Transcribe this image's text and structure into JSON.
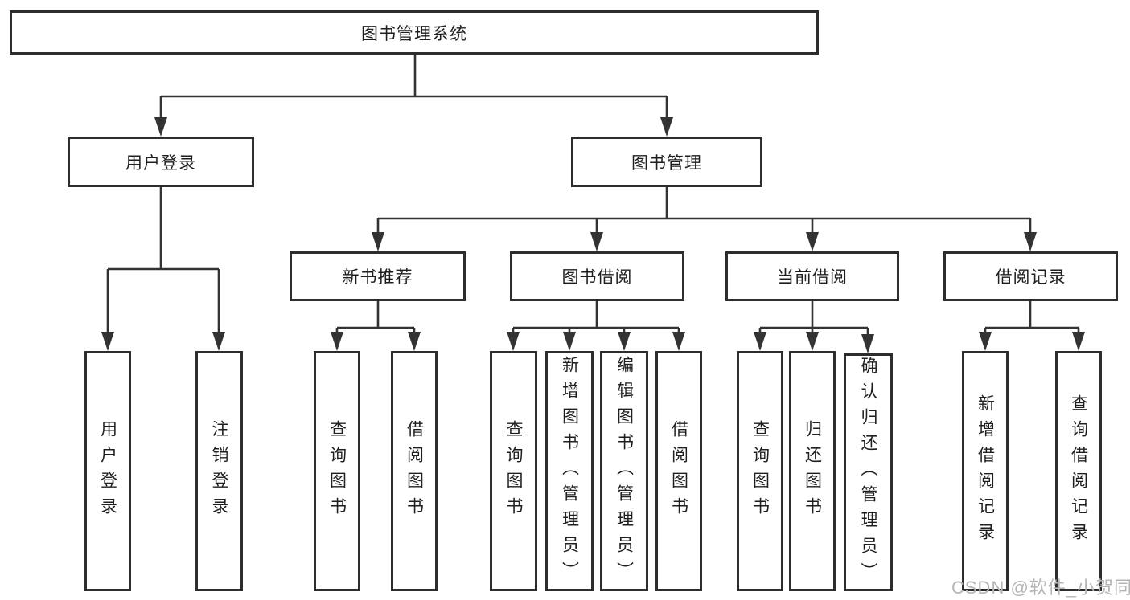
{
  "tree": {
    "root": "图书管理系统",
    "user_login": {
      "label": "用户登录",
      "children": [
        "用户登录",
        "注销登录"
      ]
    },
    "book_management": {
      "label": "图书管理",
      "groups": [
        {
          "label": "新书推荐",
          "children": [
            "查询图书",
            "借阅图书"
          ]
        },
        {
          "label": "图书借阅",
          "children": [
            "查询图书",
            "新增图书（管理员）",
            "编辑图书（管理员）",
            "借阅图书"
          ]
        },
        {
          "label": "当前借阅",
          "children": [
            "查询图书",
            "归还图书",
            "确认归还（管理员）"
          ]
        },
        {
          "label": "借阅记录",
          "children": [
            "新增借阅记录",
            "查询借阅记录"
          ]
        }
      ]
    }
  },
  "watermark": "CSDN @软件_小贺同学",
  "colors": {
    "line": "#333333",
    "box_border": "#2d2d2d",
    "text": "#1f1f1f",
    "watermark": "#b5b5b5",
    "background": "#ffffff"
  }
}
